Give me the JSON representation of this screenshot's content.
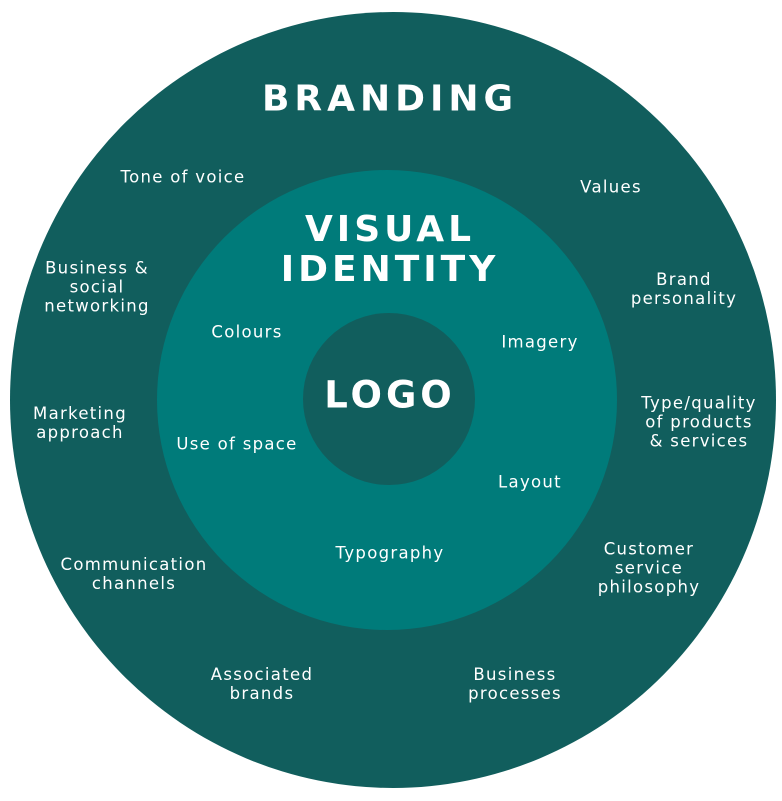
{
  "colors": {
    "outer_ring": "#115e5d",
    "middle_ring": "#007b7a",
    "inner_circle": "#115e5d",
    "text": "#ffffff"
  },
  "branding": {
    "title": "BRANDING",
    "items": [
      {
        "lines": [
          "Tone of voice"
        ]
      },
      {
        "lines": [
          "Values"
        ]
      },
      {
        "lines": [
          "Business &",
          "social",
          "networking"
        ]
      },
      {
        "lines": [
          "Brand",
          "personality"
        ]
      },
      {
        "lines": [
          "Marketing",
          "approach"
        ]
      },
      {
        "lines": [
          "Type/quality",
          "of products",
          "& services"
        ]
      },
      {
        "lines": [
          "Communication",
          "channels"
        ]
      },
      {
        "lines": [
          "Customer",
          "service",
          "philosophy"
        ]
      },
      {
        "lines": [
          "Associated",
          "brands"
        ]
      },
      {
        "lines": [
          "Business",
          "processes"
        ]
      }
    ]
  },
  "visual_identity": {
    "title_lines": [
      "VISUAL",
      "IDENTITY"
    ],
    "items": [
      {
        "lines": [
          "Colours"
        ]
      },
      {
        "lines": [
          "Imagery"
        ]
      },
      {
        "lines": [
          "Use of space"
        ]
      },
      {
        "lines": [
          "Layout"
        ]
      },
      {
        "lines": [
          "Typography"
        ]
      }
    ]
  },
  "logo": {
    "title": "LOGO"
  }
}
